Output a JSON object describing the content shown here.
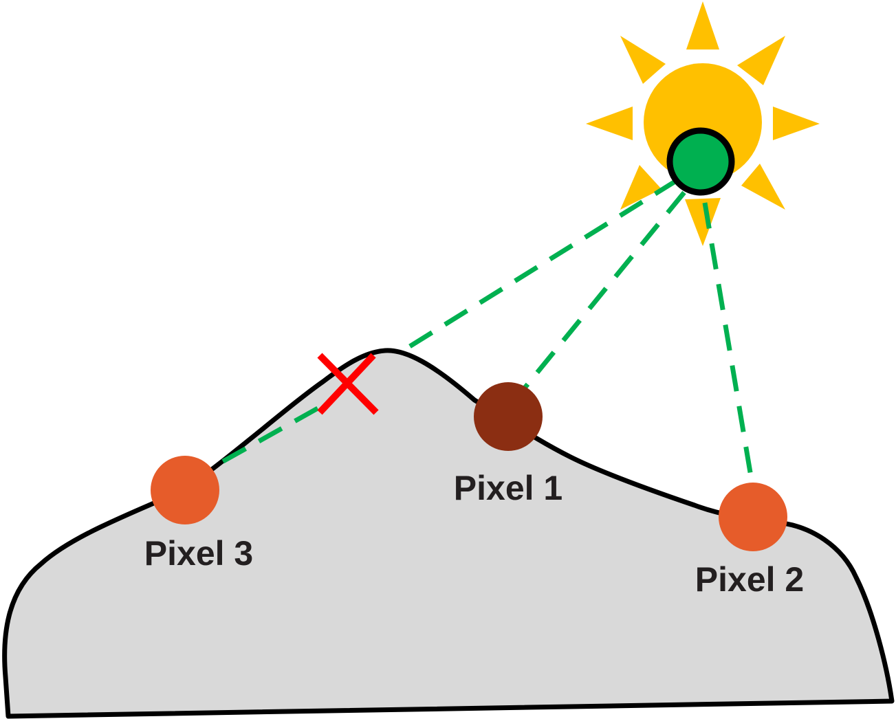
{
  "colors": {
    "terrain_fill": "#d9d9d9",
    "terrain_outline": "#000000",
    "sun": "#ffc000",
    "light_source": "#00b050",
    "ray": "#00b050",
    "blocked_marker": "#ff0000",
    "pixel_lit": "#e65c2a",
    "pixel_shadowed": "#8b2e12",
    "label_text": "#231f20"
  },
  "icons": {
    "sun": "sun-icon",
    "blocked": "cross-icon"
  },
  "pixels": [
    {
      "label": "Pixel 1",
      "state": "shadowed"
    },
    {
      "label": "Pixel 2",
      "state": "lit"
    },
    {
      "label": "Pixel 3",
      "state": "lit"
    }
  ]
}
